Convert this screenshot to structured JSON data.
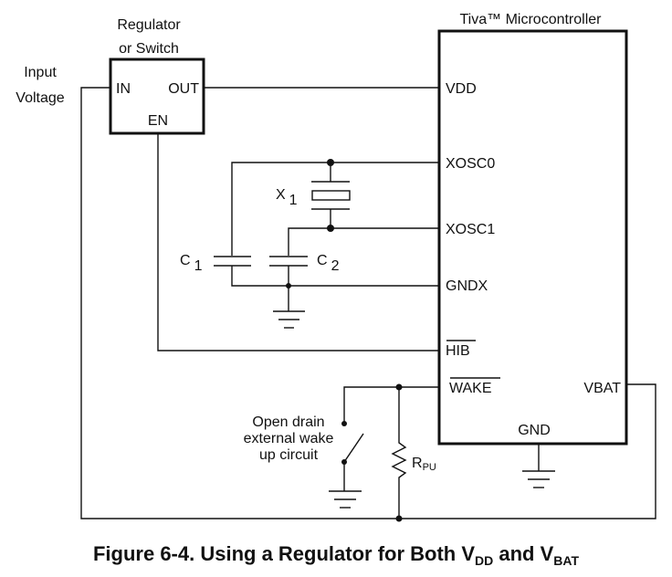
{
  "diagram": {
    "input_label_line1": "Input",
    "input_label_line2": "Voltage",
    "regulator": {
      "title_line1": "Regulator",
      "title_line2": "or Switch",
      "pin_in": "IN",
      "pin_out": "OUT",
      "pin_en": "EN"
    },
    "mcu": {
      "title": "Tiva™ Microcontroller",
      "pins": {
        "vdd": "VDD",
        "xosc0": "XOSC0",
        "xosc1": "XOSC1",
        "gndx": "GNDX",
        "hib": "HIB",
        "wake": "WAKE",
        "vbat": "VBAT",
        "gnd": "GND"
      }
    },
    "components": {
      "crystal": {
        "name": "X",
        "index": "1"
      },
      "cap1": {
        "name": "C",
        "index": "1"
      },
      "cap2": {
        "name": "C",
        "index": "2"
      },
      "resistor": {
        "name": "R",
        "sub": "PU"
      },
      "switch_label": [
        "Open drain",
        "external wake",
        "up circuit"
      ]
    }
  },
  "caption": {
    "prefix": "Figure 6-4. Using a Regulator for Both V",
    "sub1": "DD",
    "middle": " and V",
    "sub2": "BAT"
  }
}
